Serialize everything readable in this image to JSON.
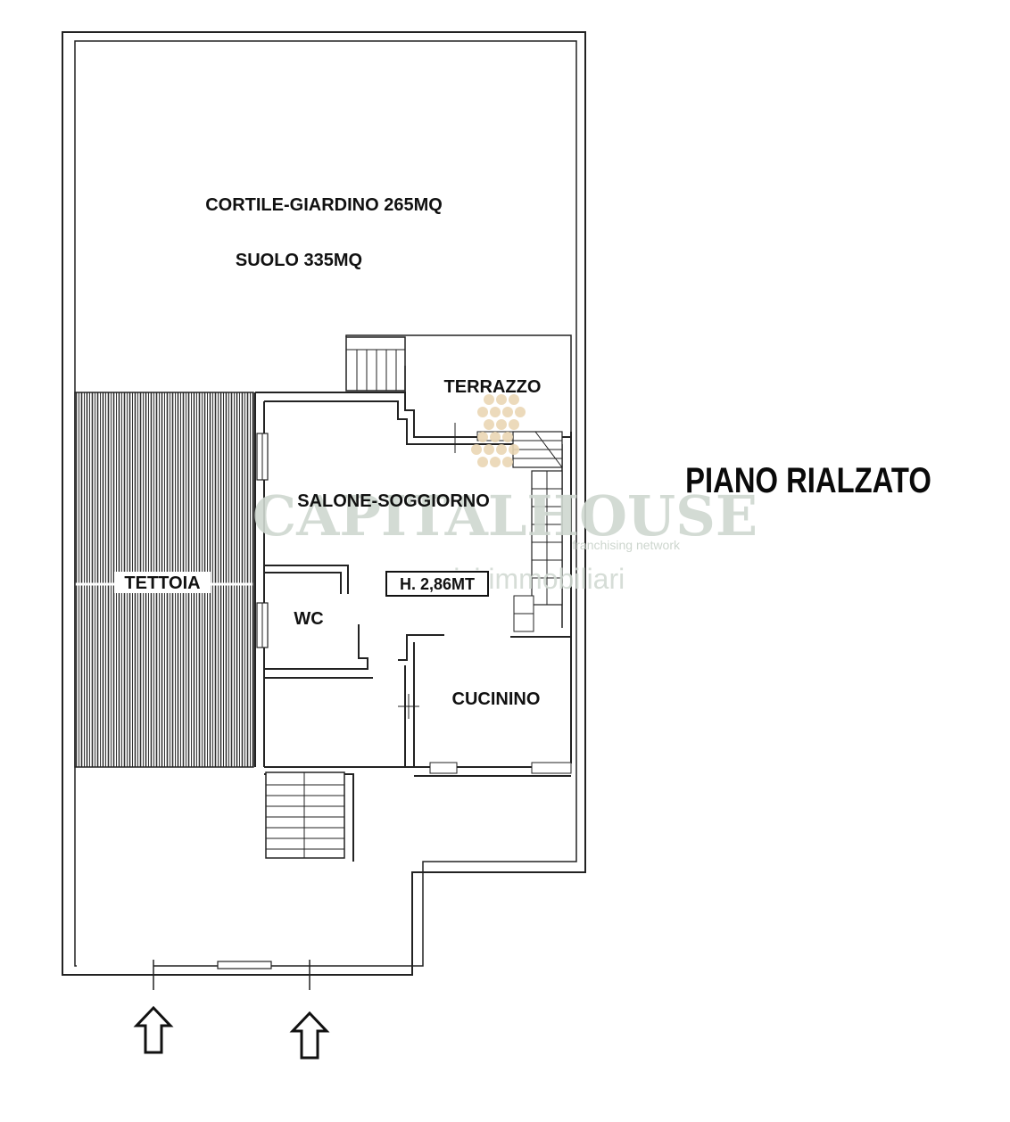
{
  "floor_title": "PIANO RIALZATO",
  "rooms": {
    "garden": "CORTILE-GIARDINO 265MQ",
    "land": "SUOLO 335MQ",
    "terrace": "TERRAZZO",
    "living": "SALONE-SOGGIORNO",
    "canopy": "TETTOIA",
    "bathroom": "WC",
    "kitchenette": "CUCININO"
  },
  "ceiling_height": "H. 2,86MT",
  "watermark": {
    "brand": "CAPITALHOUSE",
    "tagline": "franchising network",
    "services": "servizi immobiliari"
  },
  "colors": {
    "ink": "#222222",
    "watermark": "#cfd8d0",
    "watermark_accent": "#ead7b4",
    "canopy_hatch": "#333333"
  },
  "icons": [
    "entrance-arrow-icon",
    "entrance-arrow-icon",
    "staircase-icon",
    "staircase-icon",
    "staircase-icon"
  ]
}
